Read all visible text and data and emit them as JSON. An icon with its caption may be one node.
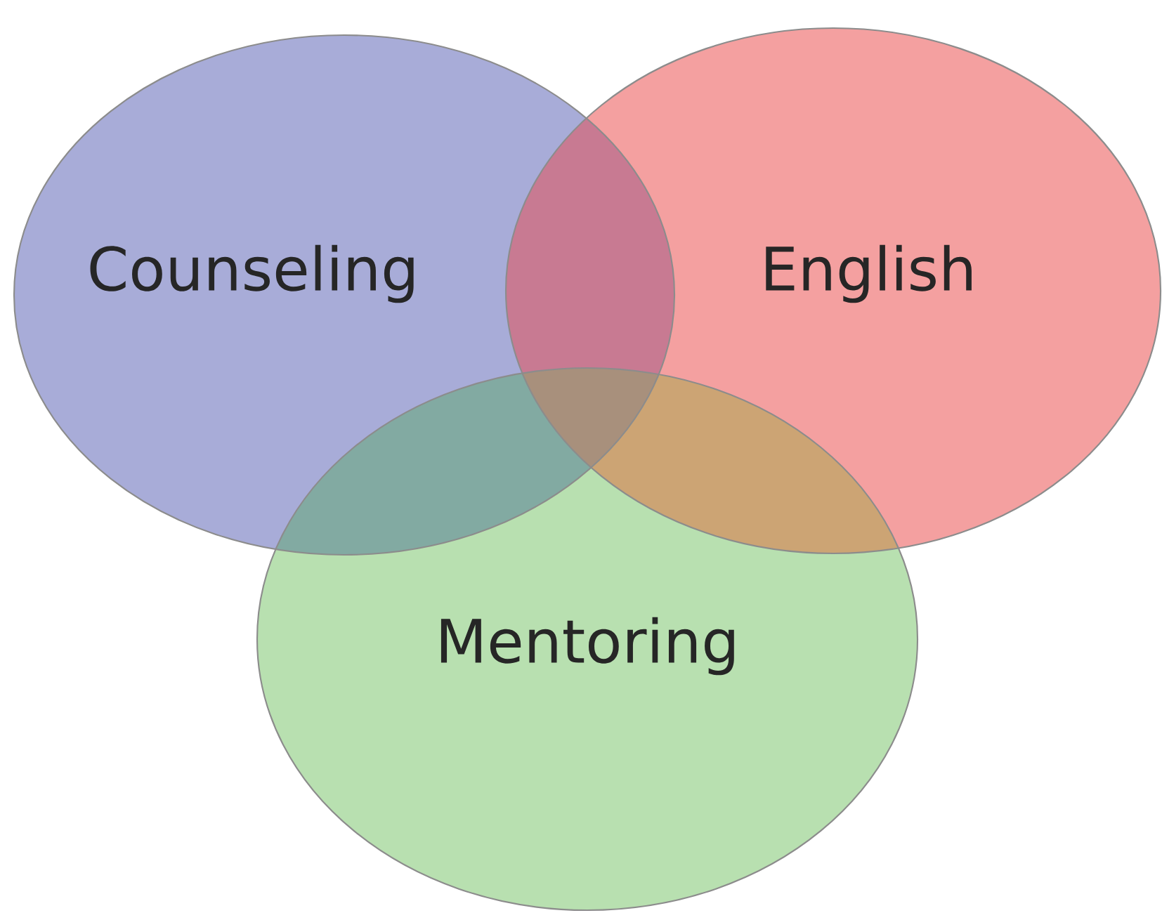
{
  "diagram": {
    "nodes": [
      {
        "text": [
          "Counseling"
        ]
      },
      {
        "text": [
          "English"
        ]
      },
      {
        "text": [
          "Mentoring"
        ]
      }
    ]
  }
}
